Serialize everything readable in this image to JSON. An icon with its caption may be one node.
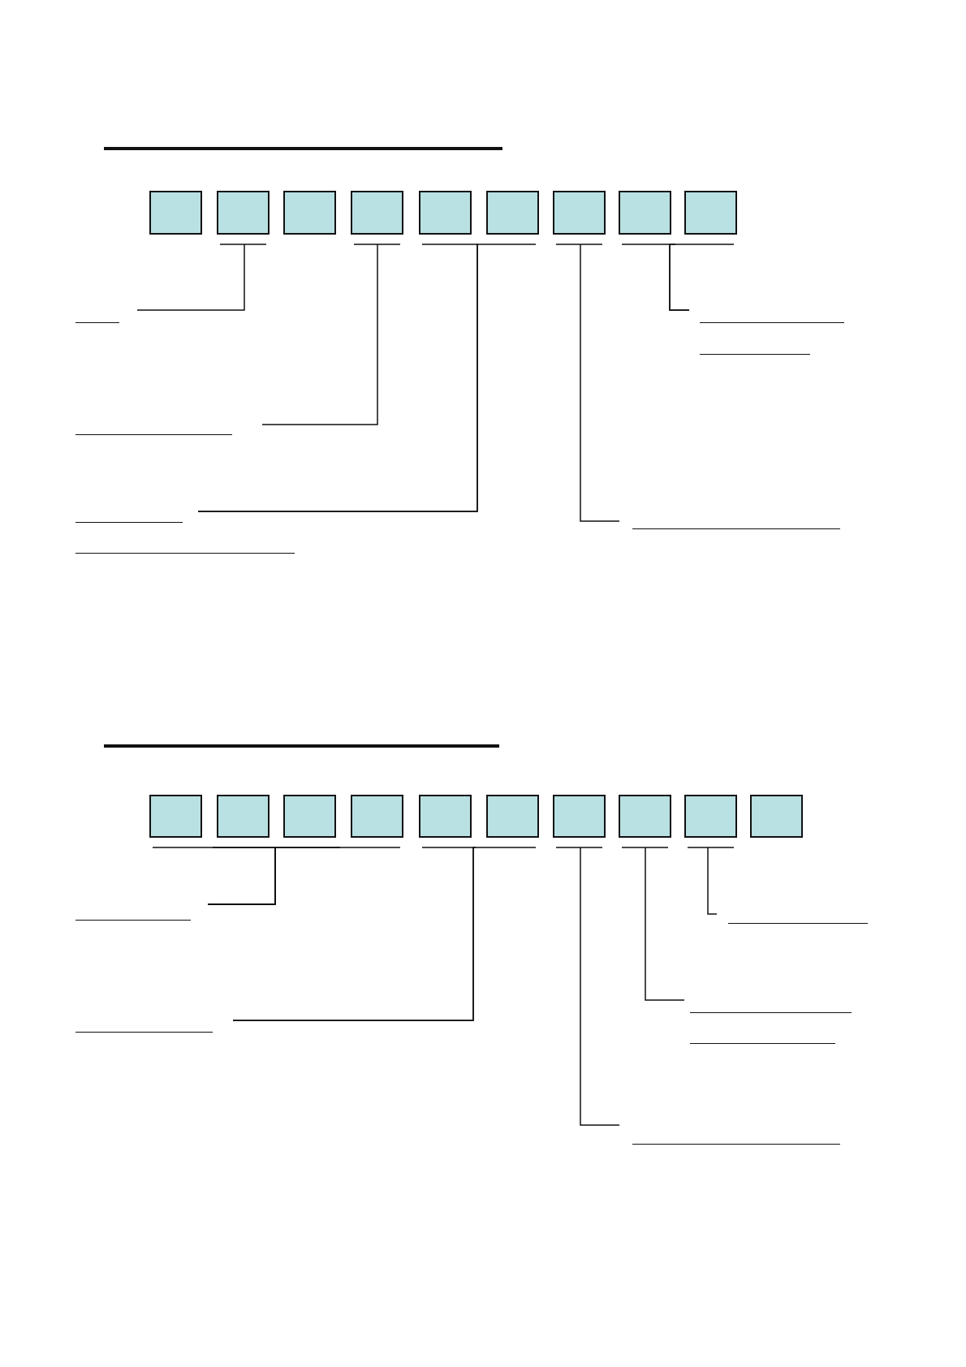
{
  "diagram": {
    "nodes": [
      {
        "text": [],
        "shape": "box"
      },
      {
        "text": [],
        "shape": "box"
      },
      {
        "text": [],
        "shape": "box"
      },
      {
        "text": [],
        "shape": "box"
      },
      {
        "text": [],
        "shape": "box"
      },
      {
        "text": [],
        "shape": "box"
      },
      {
        "text": [],
        "shape": "box"
      },
      {
        "text": [],
        "shape": "box"
      },
      {
        "text": [],
        "shape": "box"
      },
      {
        "text": [],
        "shape": "line"
      },
      {
        "text": [],
        "shape": "line"
      },
      {
        "text": [],
        "shape": "line"
      },
      {
        "text": [],
        "shape": "line"
      },
      {
        "text": [],
        "shape": "line"
      },
      {
        "text": [],
        "shape": "box"
      },
      {
        "text": [],
        "shape": "box"
      },
      {
        "text": [],
        "shape": "box"
      },
      {
        "text": [],
        "shape": "box"
      },
      {
        "text": [],
        "shape": "box"
      },
      {
        "text": [],
        "shape": "box"
      },
      {
        "text": [],
        "shape": "box"
      },
      {
        "text": [],
        "shape": "box"
      },
      {
        "text": [],
        "shape": "box"
      },
      {
        "text": [],
        "shape": "box"
      },
      {
        "text": [],
        "shape": "line"
      },
      {
        "text": [],
        "shape": "line"
      },
      {
        "text": [],
        "shape": "line"
      },
      {
        "text": [],
        "shape": "line"
      },
      {
        "text": [],
        "shape": "line"
      }
    ],
    "edges": [
      {
        "from": 1,
        "to": 9,
        "arrow": "none"
      },
      {
        "from": 3,
        "to": 10,
        "arrow": "none"
      },
      {
        "from": 4,
        "to": 11,
        "arrow": "none"
      },
      {
        "from": 5,
        "to": 11,
        "arrow": "none"
      },
      {
        "from": 6,
        "to": 12,
        "arrow": "none"
      },
      {
        "from": 7,
        "to": 13,
        "arrow": "none"
      },
      {
        "from": 8,
        "to": 13,
        "arrow": "none"
      },
      {
        "from": 14,
        "to": 24,
        "arrow": "none"
      },
      {
        "from": 15,
        "to": 24,
        "arrow": "none"
      },
      {
        "from": 16,
        "to": 24,
        "arrow": "none"
      },
      {
        "from": 17,
        "to": 24,
        "arrow": "none"
      },
      {
        "from": 18,
        "to": 25,
        "arrow": "none"
      },
      {
        "from": 19,
        "to": 25,
        "arrow": "none"
      },
      {
        "from": 20,
        "to": 26,
        "arrow": "none"
      },
      {
        "from": 21,
        "to": 27,
        "arrow": "none"
      },
      {
        "from": 22,
        "to": 28,
        "arrow": "none"
      }
    ]
  }
}
